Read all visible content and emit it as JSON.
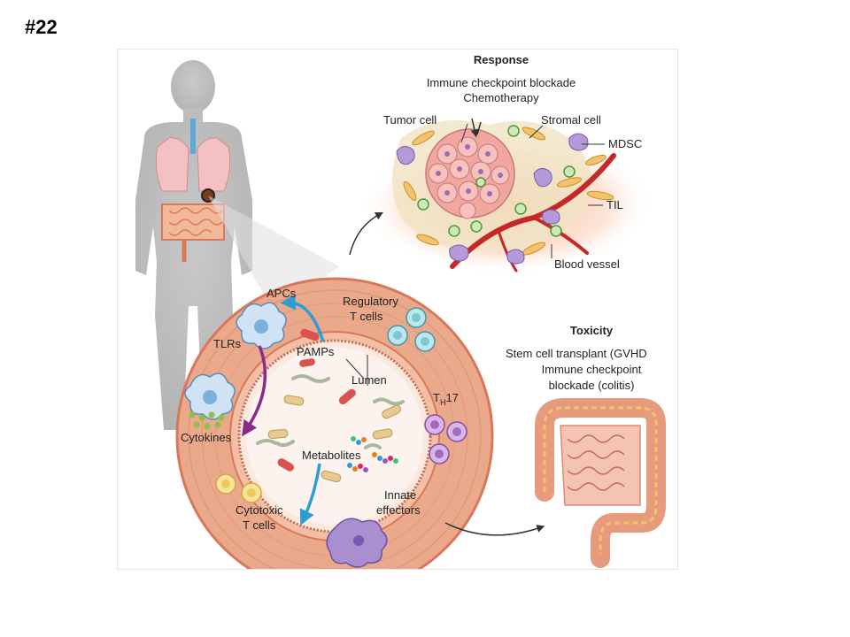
{
  "slide_number": "#22",
  "response": {
    "title": "Response",
    "line1": "Immune checkpoint blockade",
    "line2": "Chemotherapy",
    "tumor_cell": "Tumor cell",
    "stromal_cell": "Stromal cell",
    "mdsc": "MDSC",
    "til": "TIL",
    "blood_vessel": "Blood vessel"
  },
  "toxicity": {
    "title": "Toxicity",
    "line1": "Stem cell transplant (GVHD",
    "line2": "Immune checkpoint",
    "line3": "blockade (colitis)"
  },
  "gut": {
    "apcs": "APCs",
    "regulatory_1": "Regulatory",
    "regulatory_2": "T cells",
    "tlrs": "TLRs",
    "pamps": "PAMPs",
    "lumen": "Lumen",
    "th17_main": "T",
    "th17_sub": "H",
    "th17_tail": "17",
    "cytokines": "Cytokines",
    "metabolites": "Metabolites",
    "innate_1": "Innate",
    "innate_2": "effectors",
    "cytotoxic_1": "Cytotoxic",
    "cytotoxic_2": "T cells"
  },
  "colors": {
    "tissue": "#e9a98a",
    "ring_dark": "#d9775a",
    "lumen": "#fbe9df",
    "arrow_blue": "#2a9fd6",
    "arrow_purple": "#8a2a8a",
    "vessel_red": "#c62828",
    "body_gray": "#bdbdbd"
  }
}
